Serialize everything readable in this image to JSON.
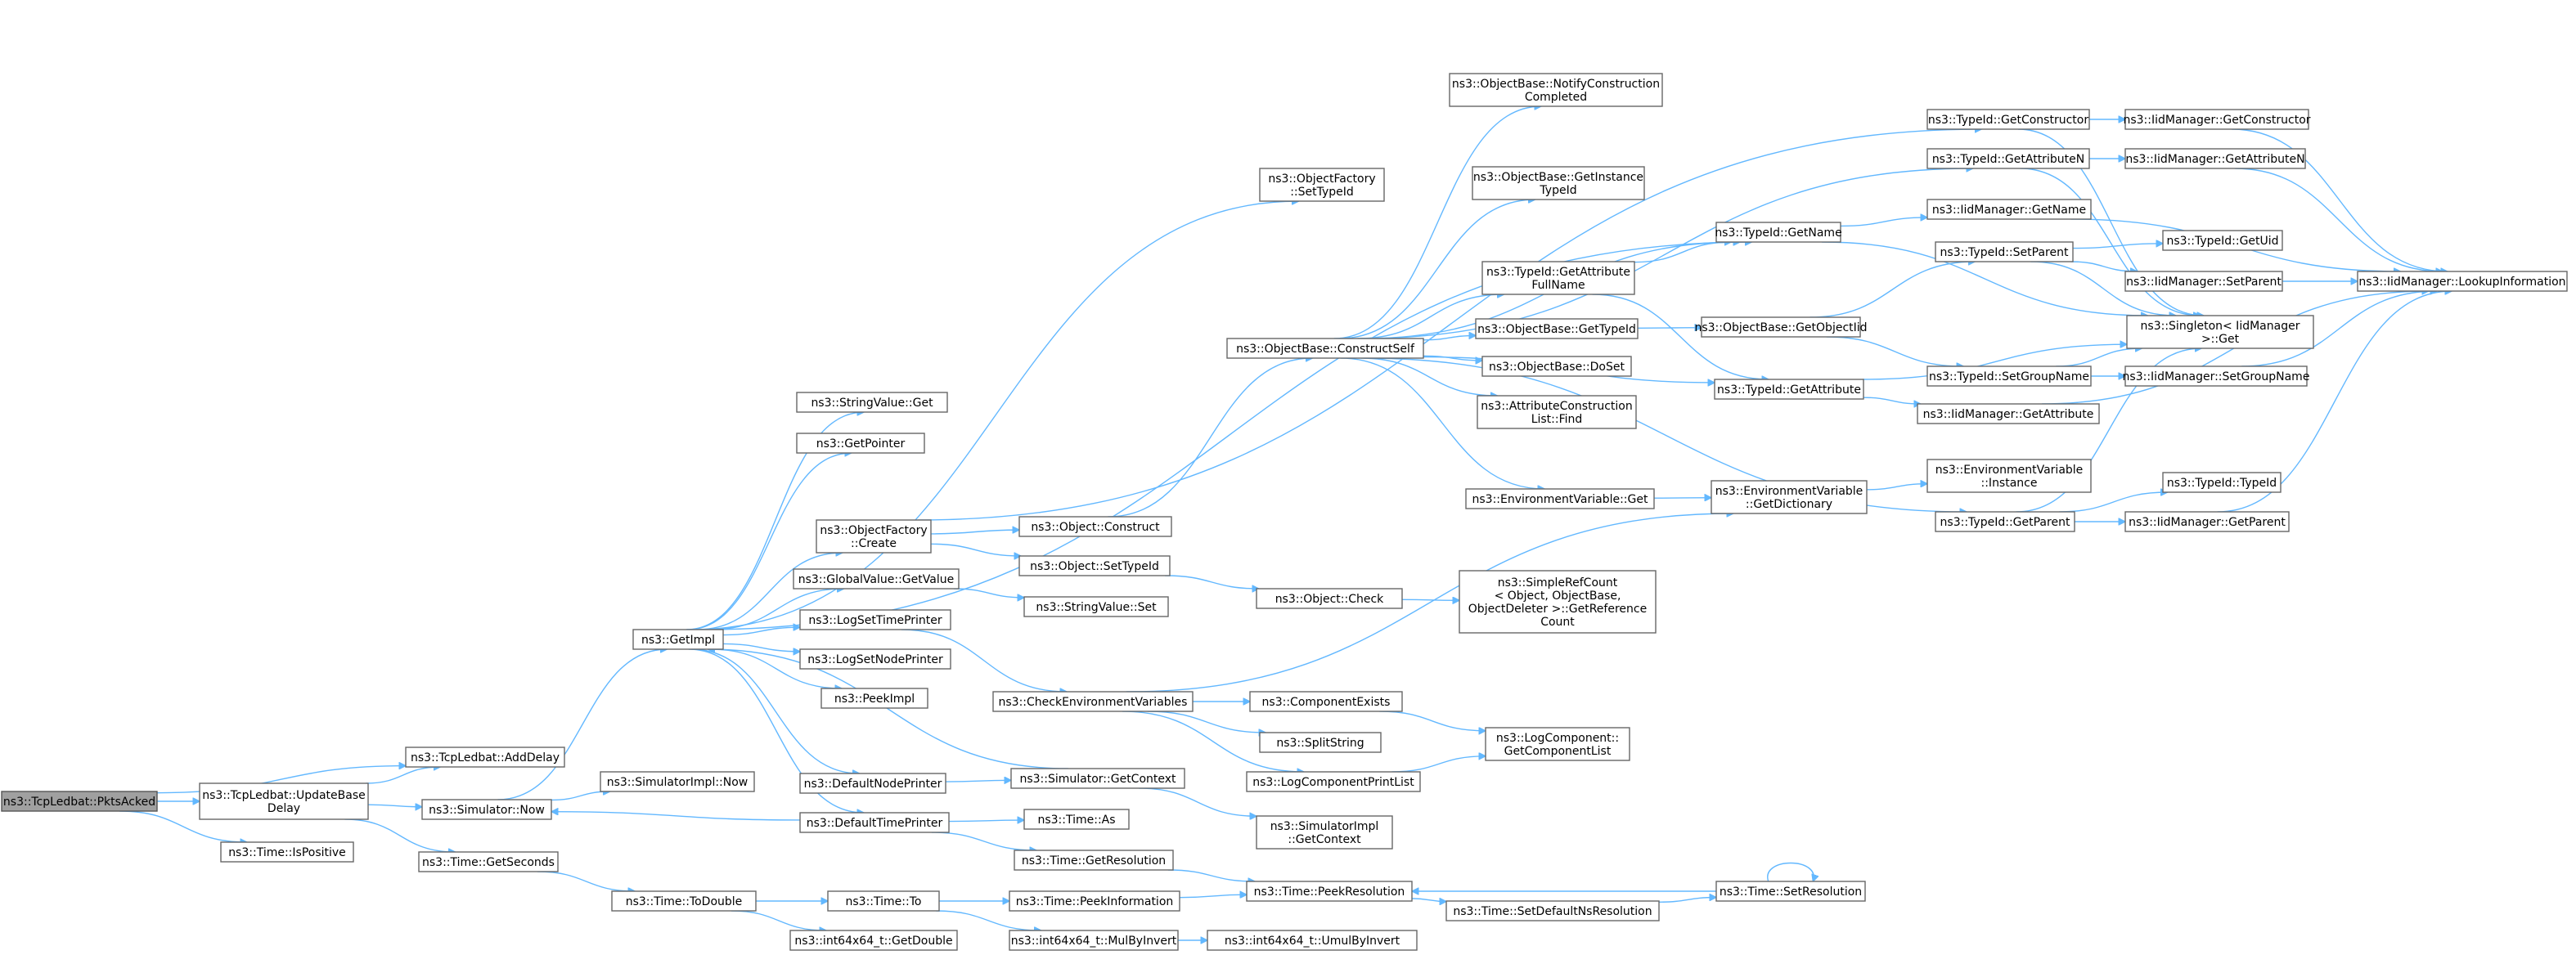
{
  "diagram": {
    "colors": {
      "edge": "#63b8ff",
      "root_fill": "#a0a0a0",
      "node_fill": "#ffffff",
      "node_border": "#666666"
    },
    "nodes": [
      {
        "id": "pktsacked",
        "label": [
          "ns3::TcpLedbat::PktsAcked"
        ],
        "root": true
      },
      {
        "id": "adddelay",
        "label": [
          "ns3::TcpLedbat::AddDelay"
        ]
      },
      {
        "id": "updatebase",
        "label": [
          "ns3::TcpLedbat::UpdateBase",
          "Delay"
        ]
      },
      {
        "id": "ispositive",
        "label": [
          "ns3::Time::IsPositive"
        ]
      },
      {
        "id": "getseconds",
        "label": [
          "ns3::Time::GetSeconds"
        ]
      },
      {
        "id": "simnow",
        "label": [
          "ns3::Simulator::Now"
        ]
      },
      {
        "id": "simimplnow",
        "label": [
          "ns3::SimulatorImpl::Now"
        ]
      },
      {
        "id": "getimpl",
        "label": [
          "ns3::GetImpl"
        ]
      },
      {
        "id": "stringvalueget",
        "label": [
          "ns3::StringValue::Get"
        ]
      },
      {
        "id": "getpointer",
        "label": [
          "ns3::GetPointer"
        ]
      },
      {
        "id": "ofcreate",
        "label": [
          "ns3::ObjectFactory",
          "::Create"
        ]
      },
      {
        "id": "gvgetvalue",
        "label": [
          "ns3::GlobalValue::GetValue"
        ]
      },
      {
        "id": "logsettime",
        "label": [
          "ns3::LogSetTimePrinter"
        ]
      },
      {
        "id": "logsetnode",
        "label": [
          "ns3::LogSetNodePrinter"
        ]
      },
      {
        "id": "peekimpl",
        "label": [
          "ns3::PeekImpl"
        ]
      },
      {
        "id": "defnodeprinter",
        "label": [
          "ns3::DefaultNodePrinter"
        ]
      },
      {
        "id": "deftimeprinter",
        "label": [
          "ns3::DefaultTimePrinter"
        ]
      },
      {
        "id": "todouble",
        "label": [
          "ns3::Time::ToDouble"
        ]
      },
      {
        "id": "timeto",
        "label": [
          "ns3::Time::To"
        ]
      },
      {
        "id": "getdouble",
        "label": [
          "ns3::int64x64_t::GetDouble"
        ]
      },
      {
        "id": "ofsettypeid",
        "label": [
          "ns3::ObjectFactory",
          "::SetTypeId"
        ]
      },
      {
        "id": "objconstruct",
        "label": [
          "ns3::Object::Construct"
        ]
      },
      {
        "id": "objsettypeid",
        "label": [
          "ns3::Object::SetTypeId"
        ]
      },
      {
        "id": "svset",
        "label": [
          "ns3::StringValue::Set"
        ]
      },
      {
        "id": "checkenv",
        "label": [
          "ns3::CheckEnvironmentVariables"
        ]
      },
      {
        "id": "simgetcontext",
        "label": [
          "ns3::Simulator::GetContext"
        ]
      },
      {
        "id": "timeas",
        "label": [
          "ns3::Time::As"
        ]
      },
      {
        "id": "getresolution",
        "label": [
          "ns3::Time::GetResolution"
        ]
      },
      {
        "id": "peekinfo",
        "label": [
          "ns3::Time::PeekInformation"
        ]
      },
      {
        "id": "mulbyinvert",
        "label": [
          "ns3::int64x64_t::MulByInvert"
        ]
      },
      {
        "id": "constructself",
        "label": [
          "ns3::ObjectBase::ConstructSelf"
        ]
      },
      {
        "id": "objcheck",
        "label": [
          "ns3::Object::Check"
        ]
      },
      {
        "id": "compexists",
        "label": [
          "ns3::ComponentExists"
        ]
      },
      {
        "id": "splitstring",
        "label": [
          "ns3::SplitString"
        ]
      },
      {
        "id": "logcompprint",
        "label": [
          "ns3::LogComponentPrintList"
        ]
      },
      {
        "id": "simimplctx",
        "label": [
          "ns3::SimulatorImpl",
          "::GetContext"
        ]
      },
      {
        "id": "peekres",
        "label": [
          "ns3::Time::PeekResolution"
        ]
      },
      {
        "id": "umulbyinvert",
        "label": [
          "ns3::int64x64_t::UmulByInvert"
        ]
      },
      {
        "id": "notifyconstr",
        "label": [
          "ns3::ObjectBase::NotifyConstruction",
          "Completed"
        ]
      },
      {
        "id": "getinsttypeid",
        "label": [
          "ns3::ObjectBase::GetInstance",
          "TypeId"
        ]
      },
      {
        "id": "getattrfull",
        "label": [
          "ns3::TypeId::GetAttribute",
          "FullName"
        ]
      },
      {
        "id": "obgettypeid",
        "label": [
          "ns3::ObjectBase::GetTypeId"
        ]
      },
      {
        "id": "doset",
        "label": [
          "ns3::ObjectBase::DoSet"
        ]
      },
      {
        "id": "attrconstrfind",
        "label": [
          "ns3::AttributeConstruction",
          "List::Find"
        ]
      },
      {
        "id": "envget",
        "label": [
          "ns3::EnvironmentVariable::Get"
        ]
      },
      {
        "id": "simplerefcount",
        "label": [
          "ns3::SimpleRefCount",
          "< Object, ObjectBase,",
          "ObjectDeleter >::GetReference",
          "Count"
        ]
      },
      {
        "id": "logcompgetlist",
        "label": [
          "ns3::LogComponent::",
          "GetComponentList"
        ]
      },
      {
        "id": "setdefaultns",
        "label": [
          "ns3::Time::SetDefaultNsResolution"
        ]
      },
      {
        "id": "tgetname",
        "label": [
          "ns3::TypeId::GetName"
        ]
      },
      {
        "id": "obgetobjecttid",
        "label": [
          "ns3::ObjectBase::GetObjectIid"
        ]
      },
      {
        "id": "tgetattribute",
        "label": [
          "ns3::TypeId::GetAttribute"
        ]
      },
      {
        "id": "envgetdict",
        "label": [
          "ns3::EnvironmentVariable",
          "::GetDictionary"
        ]
      },
      {
        "id": "setresolution",
        "label": [
          "ns3::Time::SetResolution"
        ]
      },
      {
        "id": "tgetconstructor",
        "label": [
          "ns3::TypeId::GetConstructor"
        ]
      },
      {
        "id": "tgetattributen",
        "label": [
          "ns3::TypeId::GetAttributeN"
        ]
      },
      {
        "id": "iidgetname",
        "label": [
          "ns3::IidManager::GetName"
        ]
      },
      {
        "id": "tsetparent",
        "label": [
          "ns3::TypeId::SetParent"
        ]
      },
      {
        "id": "tsetgroupname",
        "label": [
          "ns3::TypeId::SetGroupName"
        ]
      },
      {
        "id": "iidgetattribute",
        "label": [
          "ns3::IidManager::GetAttribute"
        ]
      },
      {
        "id": "envinstance",
        "label": [
          "ns3::EnvironmentVariable",
          "::Instance"
        ]
      },
      {
        "id": "tgetparent",
        "label": [
          "ns3::TypeId::GetParent"
        ]
      },
      {
        "id": "iidgetconstructor",
        "label": [
          "ns3::IidManager::GetConstructor"
        ]
      },
      {
        "id": "iidgetattributen",
        "label": [
          "ns3::IidManager::GetAttributeN"
        ]
      },
      {
        "id": "tgetuid",
        "label": [
          "ns3::TypeId::GetUid"
        ]
      },
      {
        "id": "iidsetparent",
        "label": [
          "ns3::IidManager::SetParent"
        ]
      },
      {
        "id": "singletonget",
        "label": [
          "ns3::Singleton< IidManager",
          ">::Get"
        ]
      },
      {
        "id": "iidsetgroupname",
        "label": [
          "ns3::IidManager::SetGroupName"
        ]
      },
      {
        "id": "ttypeid",
        "label": [
          "ns3::TypeId::TypeId"
        ]
      },
      {
        "id": "iidgetparent",
        "label": [
          "ns3::IidManager::GetParent"
        ]
      },
      {
        "id": "iidlookup",
        "label": [
          "ns3::IidManager::LookupInformation"
        ]
      }
    ],
    "edges": [
      [
        "pktsacked",
        "adddelay"
      ],
      [
        "pktsacked",
        "updatebase"
      ],
      [
        "pktsacked",
        "ispositive"
      ],
      [
        "updatebase",
        "adddelay"
      ],
      [
        "updatebase",
        "simnow"
      ],
      [
        "updatebase",
        "getseconds"
      ],
      [
        "simnow",
        "getimpl"
      ],
      [
        "simnow",
        "simimplnow"
      ],
      [
        "getimpl",
        "stringvalueget"
      ],
      [
        "getimpl",
        "getpointer"
      ],
      [
        "getimpl",
        "ofcreate"
      ],
      [
        "getimpl",
        "gvgetvalue"
      ],
      [
        "getimpl",
        "logsettime"
      ],
      [
        "getimpl",
        "logsetnode"
      ],
      [
        "getimpl",
        "peekimpl"
      ],
      [
        "getimpl",
        "defnodeprinter"
      ],
      [
        "getimpl",
        "deftimeprinter"
      ],
      [
        "getimpl",
        "tgetname"
      ],
      [
        "getimpl",
        "ofsettypeid"
      ],
      [
        "ofcreate",
        "tgetconstructor"
      ],
      [
        "ofcreate",
        "objconstruct"
      ],
      [
        "ofcreate",
        "objsettypeid"
      ],
      [
        "gvgetvalue",
        "svset"
      ],
      [
        "logsettime",
        "checkenv"
      ],
      [
        "defnodeprinter",
        "simgetcontext"
      ],
      [
        "simgetcontext",
        "getimpl"
      ],
      [
        "simgetcontext",
        "simimplctx"
      ],
      [
        "deftimeprinter",
        "simnow"
      ],
      [
        "deftimeprinter",
        "timeas"
      ],
      [
        "deftimeprinter",
        "getresolution"
      ],
      [
        "getseconds",
        "todouble"
      ],
      [
        "todouble",
        "timeto"
      ],
      [
        "todouble",
        "getdouble"
      ],
      [
        "timeto",
        "peekinfo"
      ],
      [
        "timeto",
        "mulbyinvert"
      ],
      [
        "mulbyinvert",
        "umulbyinvert"
      ],
      [
        "getresolution",
        "peekres"
      ],
      [
        "peekinfo",
        "peekres"
      ],
      [
        "objconstruct",
        "constructself"
      ],
      [
        "objsettypeid",
        "objcheck"
      ],
      [
        "objcheck",
        "simplerefcount"
      ],
      [
        "checkenv",
        "compexists"
      ],
      [
        "checkenv",
        "splitstring"
      ],
      [
        "checkenv",
        "logcompprint"
      ],
      [
        "checkenv",
        "envgetdict"
      ],
      [
        "compexists",
        "logcompgetlist"
      ],
      [
        "logcompprint",
        "logcompgetlist"
      ],
      [
        "constructself",
        "notifyconstr"
      ],
      [
        "constructself",
        "getinsttypeid"
      ],
      [
        "constructself",
        "getattrfull"
      ],
      [
        "constructself",
        "obgettypeid"
      ],
      [
        "constructself",
        "doset"
      ],
      [
        "constructself",
        "attrconstrfind"
      ],
      [
        "constructself",
        "envget"
      ],
      [
        "constructself",
        "tgetname"
      ],
      [
        "constructself",
        "tgetattribute"
      ],
      [
        "constructself",
        "tgetattributen"
      ],
      [
        "constructself",
        "tgetparent"
      ],
      [
        "envget",
        "envgetdict"
      ],
      [
        "envgetdict",
        "envinstance"
      ],
      [
        "getattrfull",
        "tgetname"
      ],
      [
        "getattrfull",
        "tgetattribute"
      ],
      [
        "obgettypeid",
        "obgetobjecttid"
      ],
      [
        "obgetobjecttid",
        "tsetparent"
      ],
      [
        "obgetobjecttid",
        "tsetgroupname"
      ],
      [
        "tgetname",
        "iidgetname"
      ],
      [
        "tgetname",
        "singletonget"
      ],
      [
        "tgetattribute",
        "singletonget"
      ],
      [
        "tgetattribute",
        "iidgetattribute"
      ],
      [
        "setdefaultns",
        "setresolution"
      ],
      [
        "setresolution",
        "peekres"
      ],
      [
        "setresolution",
        "setresolution"
      ],
      [
        "peekres",
        "setdefaultns"
      ],
      [
        "tgetconstructor",
        "iidgetconstructor"
      ],
      [
        "tgetconstructor",
        "singletonget"
      ],
      [
        "tgetattributen",
        "iidgetattributen"
      ],
      [
        "tgetattributen",
        "singletonget"
      ],
      [
        "tsetparent",
        "tgetuid"
      ],
      [
        "tsetparent",
        "iidsetparent"
      ],
      [
        "tsetparent",
        "singletonget"
      ],
      [
        "tsetgroupname",
        "singletonget"
      ],
      [
        "tsetgroupname",
        "iidsetgroupname"
      ],
      [
        "tgetparent",
        "ttypeid"
      ],
      [
        "tgetparent",
        "iidgetparent"
      ],
      [
        "tgetparent",
        "singletonget"
      ],
      [
        "iidgetname",
        "iidlookup"
      ],
      [
        "iidgetattribute",
        "iidlookup"
      ],
      [
        "iidgetconstructor",
        "iidlookup"
      ],
      [
        "iidgetattributen",
        "iidlookup"
      ],
      [
        "iidsetparent",
        "iidlookup"
      ],
      [
        "iidsetgroupname",
        "iidlookup"
      ],
      [
        "iidgetparent",
        "iidlookup"
      ]
    ]
  }
}
